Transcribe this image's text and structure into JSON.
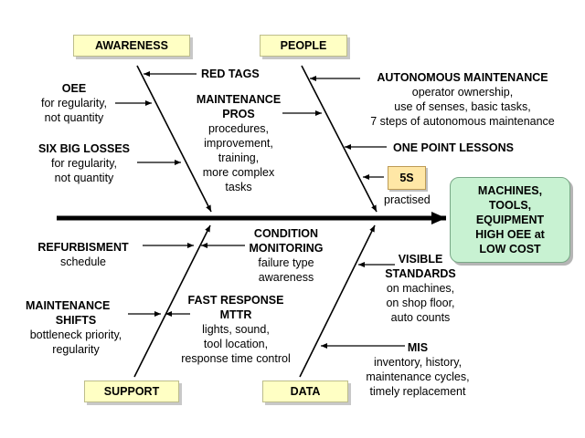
{
  "categories": {
    "awareness": "AWARENESS",
    "people": "PEOPLE",
    "support": "SUPPORT",
    "data": "DATA"
  },
  "result": [
    "MACHINES,",
    "TOOLS,",
    "EQUIPMENT",
    "HIGH OEE at",
    "LOW COST"
  ],
  "causes": {
    "red_tags": "RED TAGS",
    "oee": {
      "title": "OEE",
      "lines": [
        "for regularity,",
        "not quantity"
      ]
    },
    "maintenance_pros": {
      "title": [
        "MAINTENANCE",
        "PROS"
      ],
      "lines": [
        "procedures,",
        "improvement,",
        "training,",
        "more complex",
        "tasks"
      ]
    },
    "six_big_losses": {
      "title": "SIX BIG LOSSES",
      "lines": [
        "for regularity,",
        "not quantity"
      ]
    },
    "autonomous_maintenance": {
      "title": "AUTONOMOUS MAINTENANCE",
      "lines": [
        "operator ownership,",
        "use of senses, basic tasks,",
        "7 steps of autonomous maintenance"
      ]
    },
    "one_point_lessons": "ONE POINT LESSONS",
    "five_s": {
      "badge": "5S",
      "note": "practised"
    },
    "refurbishment": {
      "title": "REFURBISMENT",
      "lines": [
        "schedule"
      ]
    },
    "condition_monitoring": {
      "title": [
        "CONDITION",
        "MONITORING"
      ],
      "lines": [
        "failure type",
        "awareness"
      ]
    },
    "maintenance_shifts": {
      "title": [
        "MAINTENANCE",
        "SHIFTS"
      ],
      "lines": [
        "bottleneck priority,",
        "regularity"
      ]
    },
    "fast_response": {
      "title": [
        "FAST RESPONSE",
        "MTTR"
      ],
      "lines": [
        "lights, sound,",
        "tool location,",
        "response time control"
      ]
    },
    "visible_standards": {
      "title": [
        "VISIBLE",
        "STANDARDS"
      ],
      "lines": [
        "on machines,",
        "on shop floor,",
        "auto counts"
      ]
    },
    "mis": {
      "title": "MIS",
      "lines": [
        "inventory, history,",
        "maintenance cycles,",
        "timely replacement"
      ]
    }
  },
  "colors": {
    "category_fill": "#ffffc4",
    "result_fill": "#c8f2d2",
    "badge_fill": "#ffe7a6",
    "line": "#000000"
  }
}
